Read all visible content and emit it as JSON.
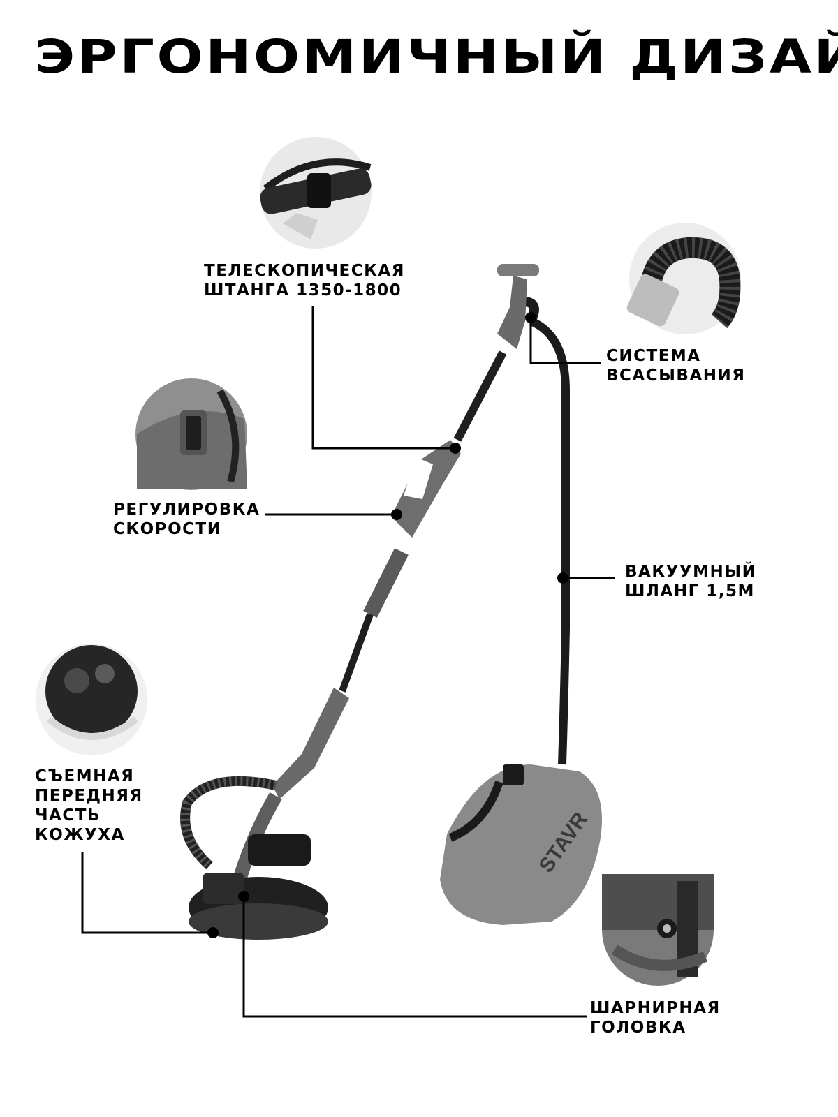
{
  "title": "ЭРГОНОМИЧНЫЙ ДИЗАЙН",
  "brand": "STAVR",
  "labels": {
    "telescopic": [
      "ТЕЛЕСКОПИЧЕСКАЯ",
      "ШТАНГА 1350-1800"
    ],
    "suction": [
      "СИСТЕМА",
      "ВСАСЫВАНИЯ"
    ],
    "speed": [
      "РЕГУЛИРОВКА",
      "СКОРОСТИ"
    ],
    "hose": [
      "ВАКУУМНЫЙ",
      "ШЛАНГ 1,5М"
    ],
    "cover": [
      "СЪЕМНАЯ",
      "ПЕРЕДНЯЯ",
      "ЧАСТЬ",
      "КОЖУХА"
    ],
    "head": [
      "ШАРНИРНАЯ",
      "ГОЛОВКА"
    ]
  },
  "colors": {
    "text": "#000000",
    "body_grey": "#6e6e6e",
    "dark": "#1f1f1f",
    "bag_grey": "#8a8a8a",
    "thumb_bg": "#eaeaea"
  }
}
